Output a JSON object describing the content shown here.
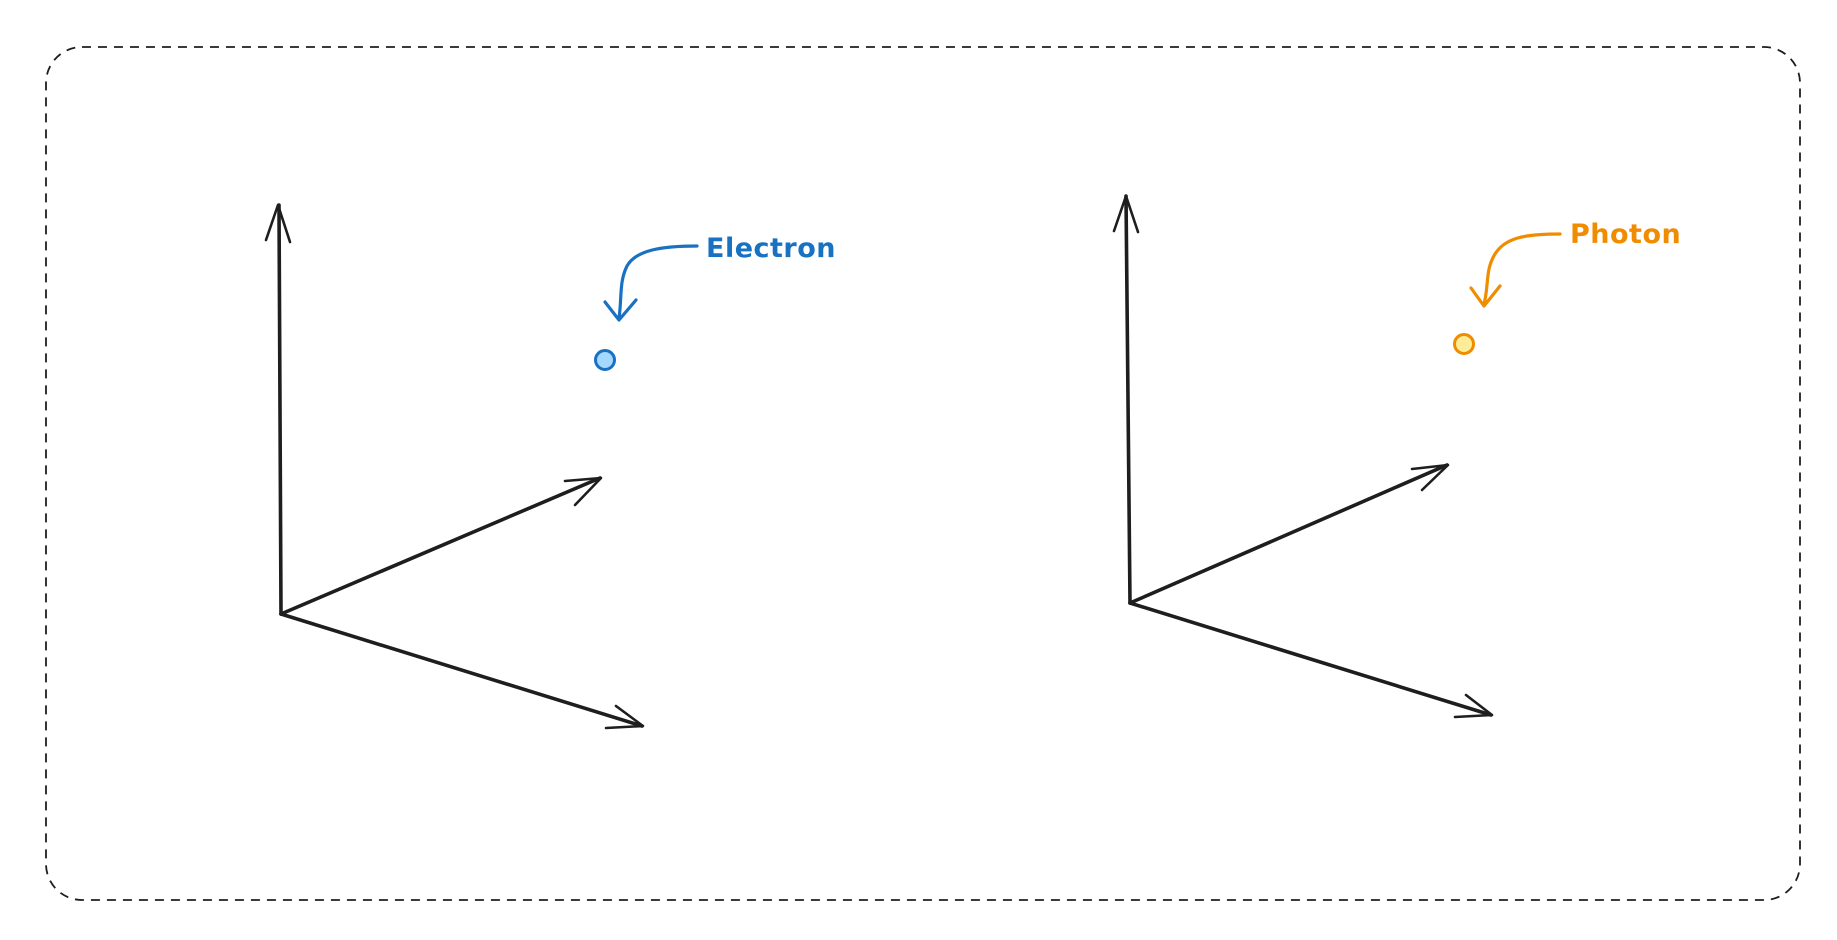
{
  "diagram": {
    "frame": {
      "stroke_color": "#1e1e1e",
      "style": "dashed"
    },
    "axes_color": "#1e1e1e",
    "particles": [
      {
        "label": "Electron",
        "color": "#1971c2",
        "fill_color": "#a5d8ff"
      },
      {
        "label": "Photon",
        "color": "#f08c00",
        "fill_color": "#ffec99"
      }
    ]
  }
}
